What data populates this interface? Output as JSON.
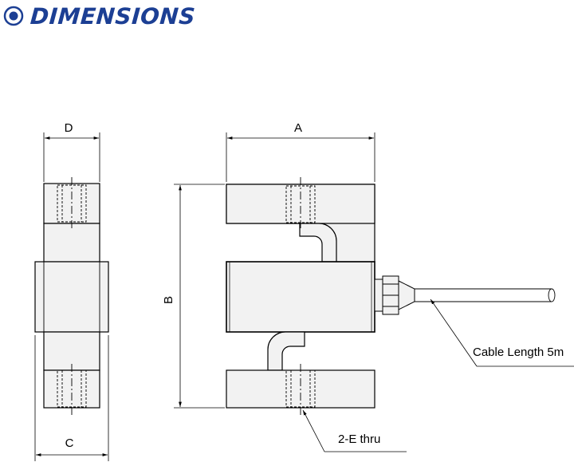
{
  "header": {
    "title": "DIMENSIONS",
    "icon": "target-bullet-icon",
    "color": "#1c3f94"
  },
  "labels": {
    "a": "A",
    "b": "B",
    "c": "C",
    "d": "D"
  },
  "callouts": {
    "cable": "Cable Length 5m",
    "thru": "2-E thru"
  }
}
